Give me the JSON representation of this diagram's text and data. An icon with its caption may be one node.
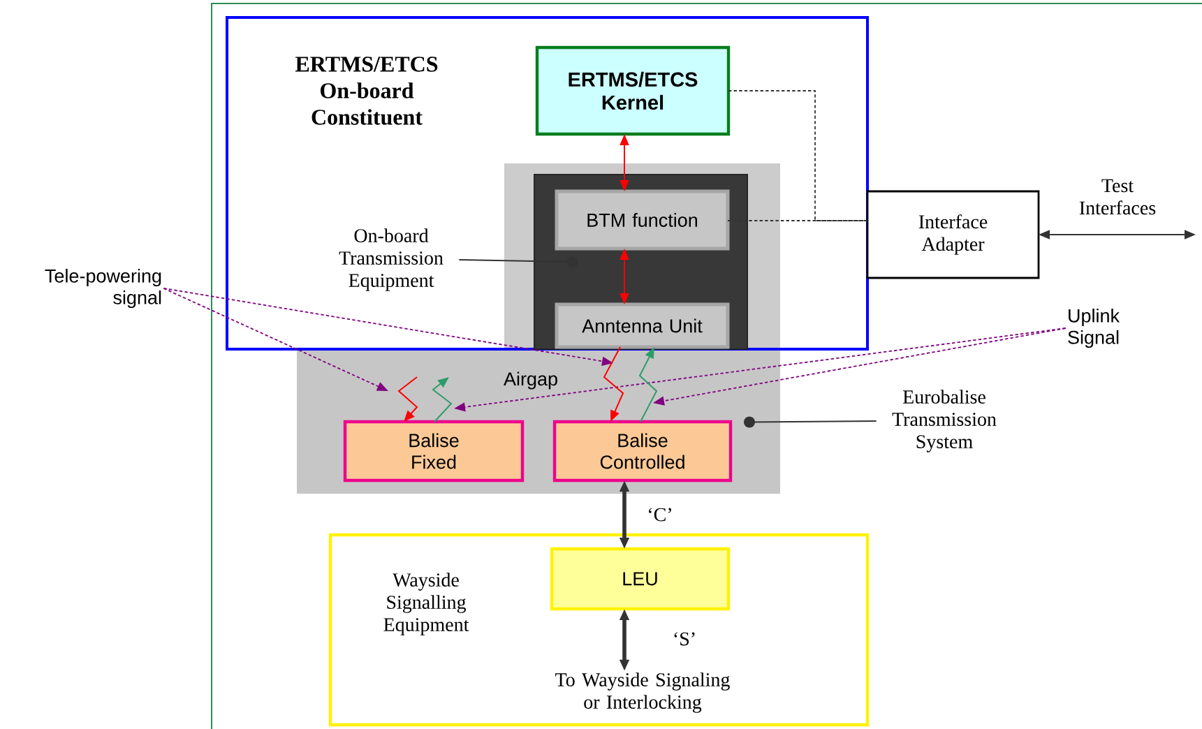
{
  "diagram": {
    "nodes": [
      {
        "text": [
          "ERTMS/ETCS On-board Constituent"
        ]
      },
      {
        "text": [
          "ERTMS/ETCS Kernel"
        ],
        "in": 0
      },
      {
        "text": [
          "On-board Transmission Equipment"
        ],
        "in": 0
      },
      {
        "text": [],
        "shape": "box",
        "in": 0
      },
      {
        "text": [
          "BTM function"
        ],
        "in": 3
      },
      {
        "text": [
          "Anntenna Unit"
        ],
        "in": 3
      },
      {
        "text": [
          "Interface Adapter"
        ]
      },
      {
        "text": [
          "Tele-powering signal"
        ]
      },
      {
        "text": [
          "Uplink Signal"
        ]
      },
      {
        "text": [
          "Airgap"
        ]
      },
      {
        "text": [
          "Balise Fixed"
        ],
        "in": 9
      },
      {
        "text": [
          "Balise Controlled"
        ],
        "in": 9
      },
      {
        "text": [
          "Eurobalise Transmission System"
        ]
      },
      {
        "text": [
          "Wayside Signalling Equipment"
        ]
      },
      {
        "text": [
          "LEU"
        ],
        "in": 13
      },
      {
        "text": [
          "To Wayside Signaling or Interlocking"
        ],
        "in": 13
      }
    ],
    "edges": [
      {
        "from": 1,
        "to": 4,
        "arrow": "both",
        "color": "#ff0000"
      },
      {
        "from": 4,
        "to": 5,
        "arrow": "both",
        "color": "#ff0000"
      },
      {
        "from": 1,
        "to": 6,
        "arrow": "none",
        "style": "dashed"
      },
      {
        "from": 4,
        "to": 6,
        "arrow": "none",
        "style": "dashed"
      },
      {
        "from": 6,
        "to": null,
        "arrow": "both",
        "label": "Test Interfaces"
      },
      {
        "from": 2,
        "to": 3,
        "arrow": "other"
      },
      {
        "from": 12,
        "to": 9,
        "arrow": "other"
      },
      {
        "from": 7,
        "to": null,
        "arrow": "to",
        "style": "dashed",
        "color": "#800080"
      },
      {
        "from": 7,
        "to": 9,
        "arrow": "to",
        "style": "dashed",
        "color": "#800080"
      },
      {
        "from": 8,
        "to": 10,
        "arrow": "to",
        "style": "dashed",
        "color": "#800080"
      },
      {
        "from": 8,
        "to": null,
        "arrow": "to",
        "style": "dashed",
        "color": "#800080"
      },
      {
        "from": 5,
        "to": 11,
        "arrow": "to",
        "color": "#ff0000"
      },
      {
        "from": 11,
        "to": 5,
        "arrow": "to",
        "color": "#2e9c6a"
      },
      {
        "from": null,
        "to": 10,
        "arrow": "to",
        "color": "#ff0000"
      },
      {
        "from": 10,
        "to": null,
        "arrow": "to",
        "color": "#2e9c6a"
      },
      {
        "from": 11,
        "to": 14,
        "arrow": "both",
        "style": "thick",
        "label": "‘C’"
      },
      {
        "from": 14,
        "to": 15,
        "arrow": "both",
        "style": "thick",
        "label": "‘S’"
      }
    ]
  }
}
